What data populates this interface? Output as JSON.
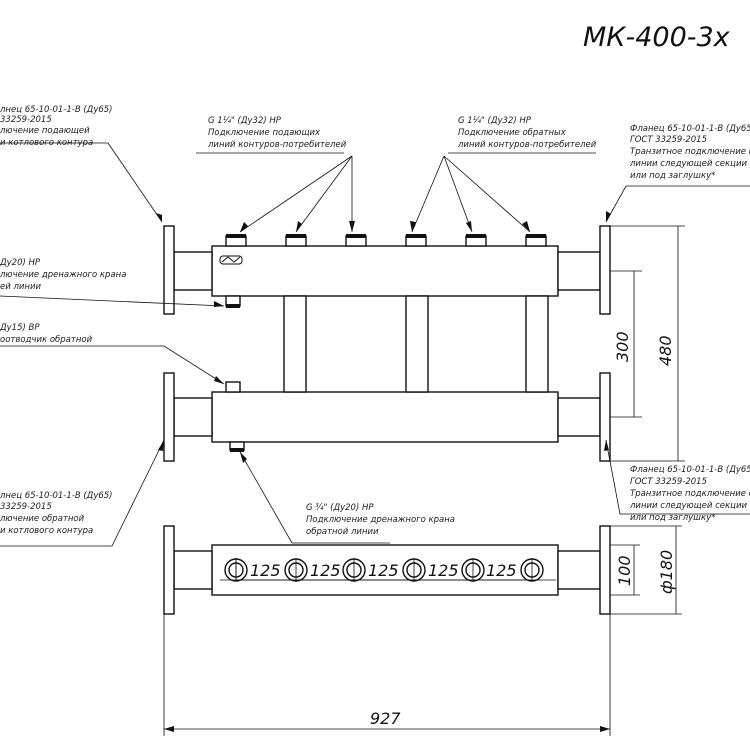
{
  "title": "МК-400-3х",
  "callouts": {
    "top_left_flange": [
      "лнец 65-10-01-1-В (Ду65)",
      "33259-2015",
      "лючение подающей",
      "и котлового контура"
    ],
    "top_outlets_supply": [
      "G 1¼\" (Ду32) НР",
      "Подключение подающих",
      "линий контуров-потребителей"
    ],
    "top_outlets_return": [
      "G 1¼\" (Ду32) НР",
      "Подключение обратных",
      "линий контуров-потребителей"
    ],
    "top_right_flange": [
      "Фланец 65-10-01-1-В (Ду65",
      "ГОСТ 33259-2015",
      "Транзитное подключение по",
      "линии следующей секции ко",
      "или под заглушку*"
    ],
    "left_drain_supply": [
      "Ду20) НР",
      "лючение дренажного крана",
      "ей линии"
    ],
    "left_air_vent": [
      "Ду15) ВР",
      "оотводчик обратной"
    ],
    "bottom_left_flange": [
      "лнец 65-10-01-1-В (Ду65)",
      "33259-2015",
      "лючение обратной",
      "и котлового контура"
    ],
    "bottom_drain_return": [
      "G ¾\" (Ду20) НР",
      "Подключение дренажного крана",
      "обратной линии"
    ],
    "bottom_right_flange": [
      "Фланец 65-10-01-1-В (Ду65",
      "ГОСТ 33259-2015",
      "Транзитное подключение об",
      "линии следующей секции ко",
      "или под заглушку*"
    ]
  },
  "dimensions": {
    "height_inner": "300",
    "height_outer": "480",
    "spacing": [
      "125",
      "125",
      "125",
      "125",
      "125"
    ],
    "pipe_size": "100",
    "flange_diameter": "ф180",
    "total_length": "927"
  }
}
